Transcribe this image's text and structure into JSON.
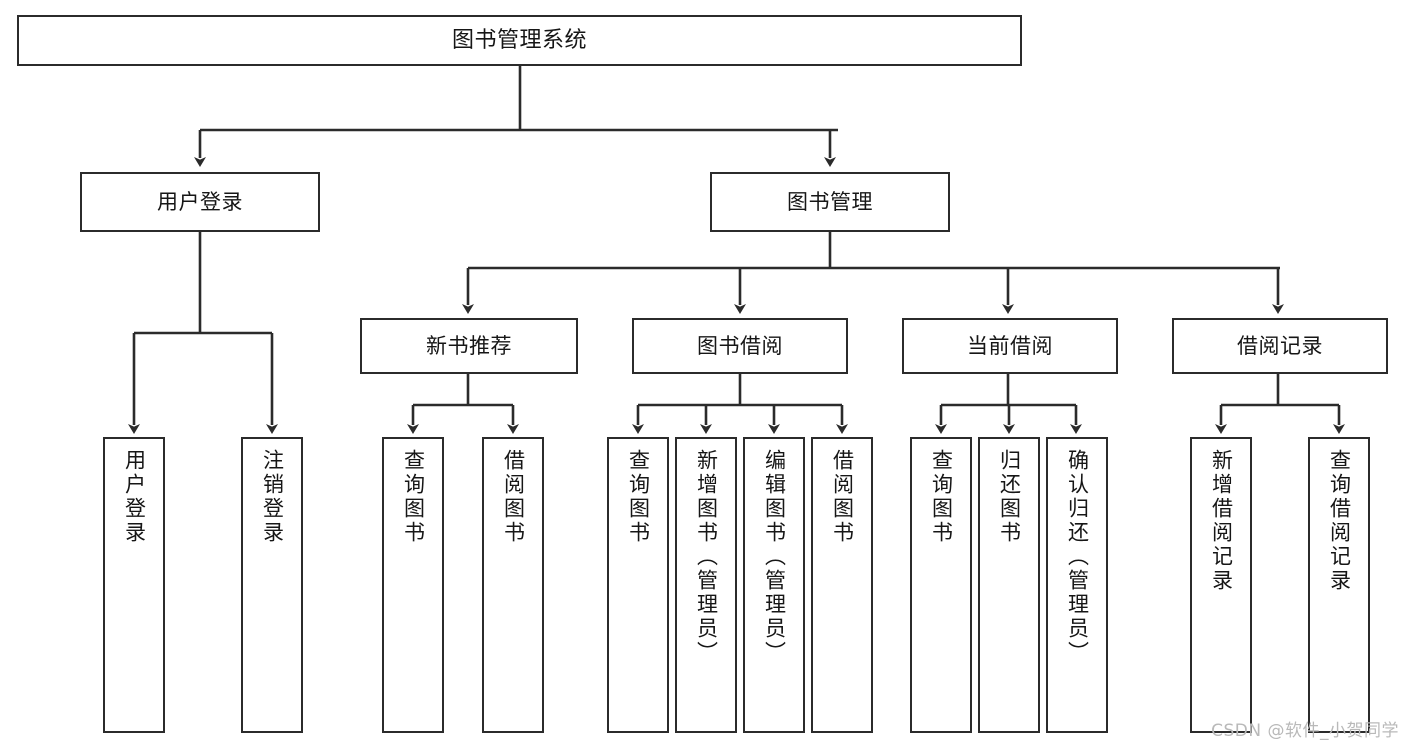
{
  "diagram": {
    "title": "图书管理系统",
    "watermark": "CSDN @软件_小贺同学",
    "colors": {
      "border": "#2b2b2b",
      "background": "#ffffff",
      "text": "#161616",
      "watermark": "#b9b9b9"
    },
    "levels": {
      "root": {
        "label": "图书管理系统"
      },
      "level2": [
        {
          "label": "用户登录"
        },
        {
          "label": "图书管理"
        }
      ],
      "level3": [
        {
          "label": "新书推荐"
        },
        {
          "label": "图书借阅"
        },
        {
          "label": "当前借阅"
        },
        {
          "label": "借阅记录"
        }
      ],
      "leaves": [
        {
          "label": "用户登录"
        },
        {
          "label": "注销登录"
        },
        {
          "label": "查询图书"
        },
        {
          "label": "借阅图书"
        },
        {
          "label": "查询图书"
        },
        {
          "label": "新增图书（管理员）"
        },
        {
          "label": "编辑图书（管理员）"
        },
        {
          "label": "借阅图书"
        },
        {
          "label": "查询图书"
        },
        {
          "label": "归还图书"
        },
        {
          "label": "确认归还（管理员）"
        },
        {
          "label": "新增借阅记录"
        },
        {
          "label": "查询借阅记录"
        }
      ]
    }
  }
}
